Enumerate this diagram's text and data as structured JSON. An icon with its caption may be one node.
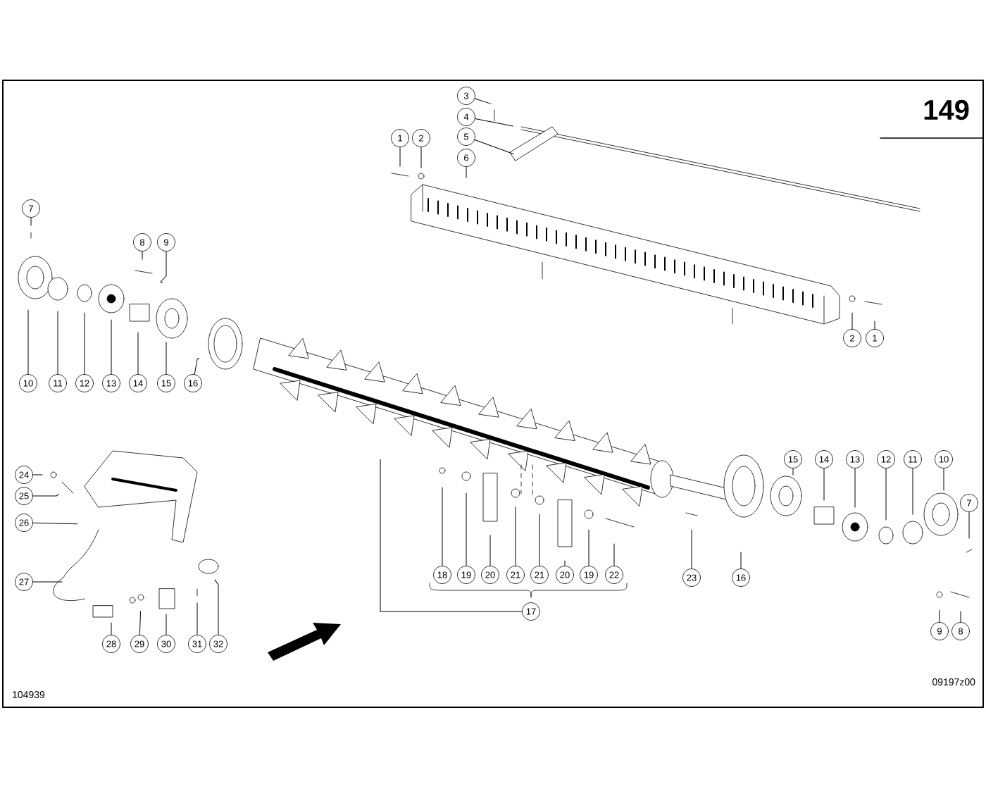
{
  "diagram": {
    "nodes": [
      {
        "text": [
          "3"
        ]
      },
      {
        "text": [
          "4"
        ]
      },
      {
        "text": [
          "5"
        ]
      },
      {
        "text": [
          "1"
        ]
      },
      {
        "text": [
          "2"
        ]
      },
      {
        "text": [
          "6"
        ]
      },
      {
        "text": [
          "7"
        ]
      },
      {
        "text": [
          "8"
        ]
      },
      {
        "text": [
          "9"
        ]
      },
      {
        "text": [
          "2"
        ]
      },
      {
        "text": [
          "1"
        ]
      },
      {
        "text": [
          "10"
        ]
      },
      {
        "text": [
          "11"
        ]
      },
      {
        "text": [
          "12"
        ]
      },
      {
        "text": [
          "13"
        ]
      },
      {
        "text": [
          "14"
        ]
      },
      {
        "text": [
          "15"
        ]
      },
      {
        "text": [
          "16"
        ]
      },
      {
        "text": [
          "15"
        ]
      },
      {
        "text": [
          "14"
        ]
      },
      {
        "text": [
          "13"
        ]
      },
      {
        "text": [
          "12"
        ]
      },
      {
        "text": [
          "11"
        ]
      },
      {
        "text": [
          "10"
        ]
      },
      {
        "text": [
          "24"
        ]
      },
      {
        "text": [
          "25"
        ]
      },
      {
        "text": [
          "7"
        ]
      },
      {
        "text": [
          "26"
        ]
      },
      {
        "text": [
          "18"
        ]
      },
      {
        "text": [
          "19"
        ]
      },
      {
        "text": [
          "20"
        ]
      },
      {
        "text": [
          "21"
        ]
      },
      {
        "text": [
          "21"
        ]
      },
      {
        "text": [
          "20"
        ]
      },
      {
        "text": [
          "19"
        ]
      },
      {
        "text": [
          "22"
        ]
      },
      {
        "text": [
          "23"
        ]
      },
      {
        "text": [
          "16"
        ]
      },
      {
        "text": [
          "27"
        ]
      },
      {
        "text": [
          "17"
        ]
      },
      {
        "text": [
          "9"
        ]
      },
      {
        "text": [
          "8"
        ]
      },
      {
        "text": [
          "28"
        ]
      },
      {
        "text": [
          "29"
        ]
      },
      {
        "text": [
          "30"
        ]
      },
      {
        "text": [
          "31"
        ]
      },
      {
        "text": [
          "32"
        ]
      }
    ],
    "edges": [
      {
        "from": 0,
        "to": null,
        "arrow": "none"
      },
      {
        "from": 1,
        "to": null,
        "arrow": "none"
      },
      {
        "from": 2,
        "to": null,
        "arrow": "none"
      },
      {
        "from": 3,
        "to": null,
        "arrow": "none"
      },
      {
        "from": 4,
        "to": null,
        "arrow": "none"
      },
      {
        "from": 5,
        "to": null,
        "arrow": "none"
      },
      {
        "from": 6,
        "to": null,
        "arrow": "none"
      },
      {
        "from": 7,
        "to": null,
        "arrow": "none"
      },
      {
        "from": 8,
        "to": null,
        "arrow": "none"
      },
      {
        "from": 9,
        "to": null,
        "arrow": "none"
      },
      {
        "from": 10,
        "to": null,
        "arrow": "none"
      },
      {
        "from": 11,
        "to": null,
        "arrow": "none"
      },
      {
        "from": 12,
        "to": null,
        "arrow": "none"
      },
      {
        "from": 13,
        "to": null,
        "arrow": "none"
      },
      {
        "from": 14,
        "to": null,
        "arrow": "none"
      },
      {
        "from": 15,
        "to": null,
        "arrow": "none"
      },
      {
        "from": 16,
        "to": null,
        "arrow": "none"
      },
      {
        "from": 17,
        "to": null,
        "arrow": "none"
      },
      {
        "from": 18,
        "to": null,
        "arrow": "none"
      },
      {
        "from": 19,
        "to": null,
        "arrow": "none"
      },
      {
        "from": 20,
        "to": null,
        "arrow": "none"
      },
      {
        "from": 21,
        "to": null,
        "arrow": "none"
      },
      {
        "from": 22,
        "to": null,
        "arrow": "none"
      },
      {
        "from": 23,
        "to": null,
        "arrow": "none"
      },
      {
        "from": 24,
        "to": null,
        "arrow": "none"
      },
      {
        "from": 25,
        "to": null,
        "arrow": "none"
      },
      {
        "from": 26,
        "to": null,
        "arrow": "none"
      },
      {
        "from": 27,
        "to": null,
        "arrow": "none"
      },
      {
        "from": 28,
        "to": null,
        "arrow": "none"
      },
      {
        "from": 29,
        "to": null,
        "arrow": "none"
      },
      {
        "from": 30,
        "to": null,
        "arrow": "none"
      },
      {
        "from": 31,
        "to": null,
        "arrow": "none"
      },
      {
        "from": 32,
        "to": null,
        "arrow": "none"
      },
      {
        "from": 33,
        "to": null,
        "arrow": "none"
      },
      {
        "from": 34,
        "to": null,
        "arrow": "none"
      },
      {
        "from": 35,
        "to": null,
        "arrow": "none"
      },
      {
        "from": 36,
        "to": null,
        "arrow": "none"
      },
      {
        "from": 37,
        "to": null,
        "arrow": "none"
      },
      {
        "from": 38,
        "to": null,
        "arrow": "none"
      },
      {
        "from": 39,
        "to": null,
        "arrow": "none"
      },
      {
        "from": 40,
        "to": null,
        "arrow": "none"
      },
      {
        "from": 41,
        "to": null,
        "arrow": "none"
      },
      {
        "from": 42,
        "to": null,
        "arrow": "none"
      },
      {
        "from": 43,
        "to": null,
        "arrow": "none"
      },
      {
        "from": 44,
        "to": null,
        "arrow": "none"
      },
      {
        "from": 45,
        "to": null,
        "arrow": "none"
      },
      {
        "from": 46,
        "to": null,
        "arrow": "none"
      }
    ],
    "labels": [
      "149",
      "104939",
      "09197z00"
    ]
  }
}
